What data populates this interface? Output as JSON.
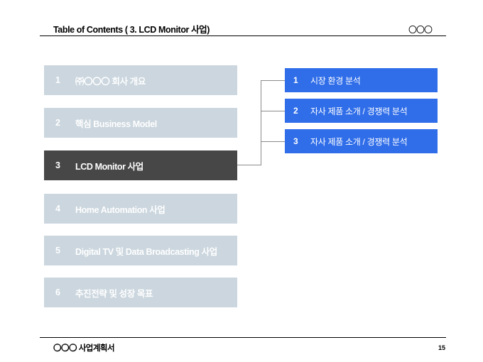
{
  "header": {
    "title": "Table of Contents ( 3. LCD Monitor 사업)",
    "company": "〇〇〇"
  },
  "toc": {
    "items": [
      {
        "num": "1",
        "label": "㈜〇〇〇 회사 개요",
        "active": false
      },
      {
        "num": "2",
        "label": "핵심 Business Model",
        "active": false
      },
      {
        "num": "3",
        "label": "LCD Monitor 사업",
        "active": true
      },
      {
        "num": "4",
        "label": "Home Automation 사업",
        "active": false
      },
      {
        "num": "5",
        "label": "Digital TV 및 Data Broadcasting 사업",
        "active": false
      },
      {
        "num": "6",
        "label": "추진전략 및 성장 목표",
        "active": false
      }
    ]
  },
  "subsections": {
    "items": [
      {
        "num": "1",
        "label": "시장 환경 분석"
      },
      {
        "num": "2",
        "label": "자사 제품 소개 / 경쟁력 분석"
      },
      {
        "num": "3",
        "label": "자사 제품 소개 / 경쟁력 분석"
      }
    ]
  },
  "footer": {
    "doc_title": "〇〇〇 사업계획서",
    "page_number": "15"
  },
  "colors": {
    "inactive_item": "#cbd6de",
    "active_item": "#474747",
    "subsection": "#2f6de9"
  }
}
